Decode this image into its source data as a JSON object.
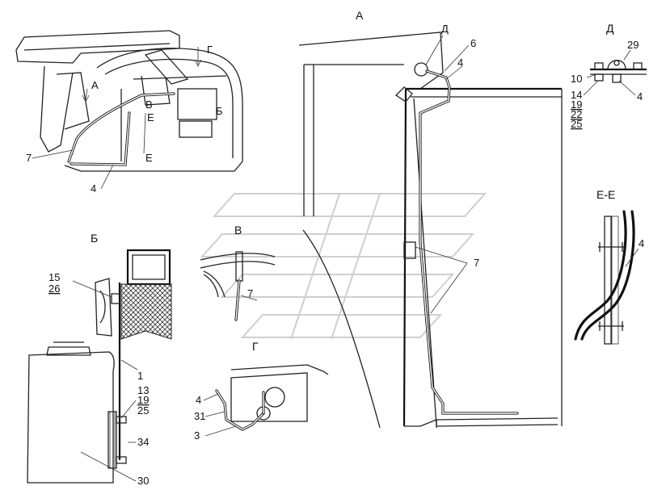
{
  "views": {
    "A": "А",
    "B": "Б",
    "V": "В",
    "G": "Г",
    "D": "Д",
    "EE": "Е-Е"
  },
  "overview": {
    "A": "А",
    "G": "Г",
    "B": "Б",
    "V": "В",
    "E_top": "Е",
    "E_bottom": "Е"
  },
  "callouts": {
    "c7_overview": "7",
    "c4_overview": "4",
    "c6": "6",
    "c4_viewA": "4",
    "c7_viewA": "7",
    "c29": "29",
    "c10": "10",
    "c14": "14",
    "c19_D": "19",
    "c22": "22",
    "c25_D": "25",
    "c4_D": "4",
    "c4_EE": "4",
    "c7_V": "7",
    "c15": "15",
    "c26": "26",
    "c1": "1",
    "c13": "13",
    "c19_B": "19",
    "c25_B": "25",
    "c34": "34",
    "c30": "30",
    "c4_G": "4",
    "c31": "31",
    "c3": "3"
  }
}
